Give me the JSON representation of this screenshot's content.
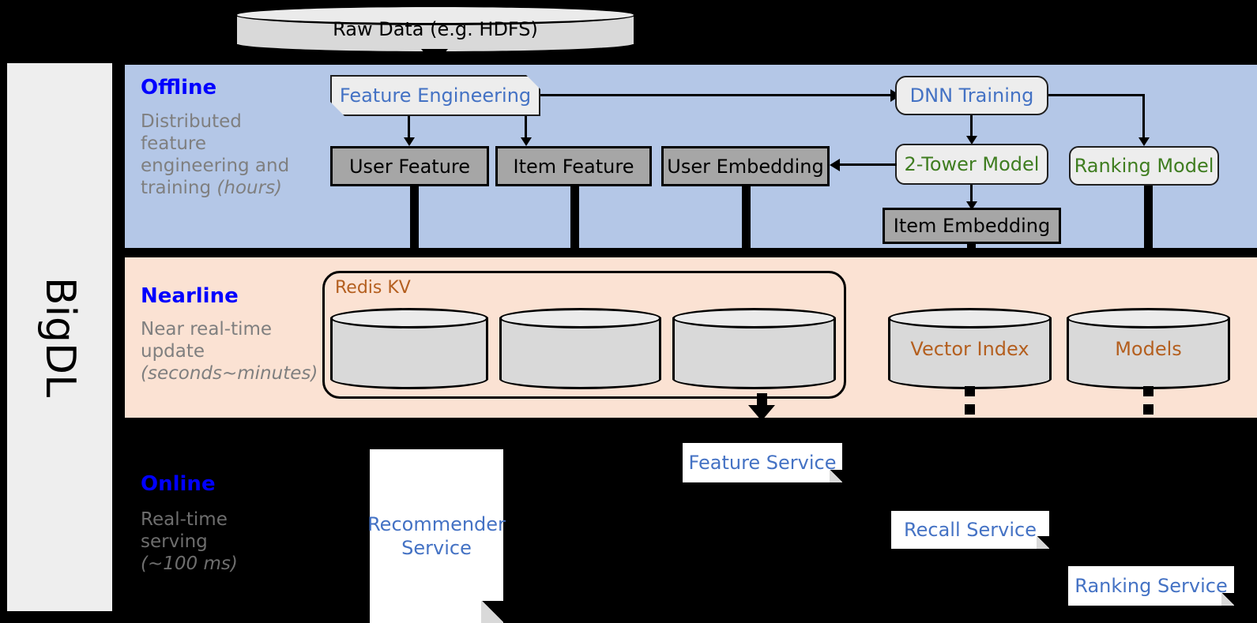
{
  "sidebar": {
    "label": "BigDL"
  },
  "top": {
    "raw_data": "Raw Data (e.g. HDFS)"
  },
  "bands": {
    "offline": {
      "title": "Offline",
      "desc_line1": "Distributed",
      "desc_line2": "feature",
      "desc_line3": "engineering and",
      "desc_line4": "training ",
      "desc_italic": "(hours)"
    },
    "nearline": {
      "title": "Nearline",
      "desc_line1": "Near real-time",
      "desc_line2": "update",
      "desc_italic": "(seconds~minutes)"
    },
    "online": {
      "title": "Online",
      "desc_line1": "Real-time",
      "desc_line2": "serving",
      "desc_italic": "(~100 ms)"
    }
  },
  "offline_nodes": {
    "feature_engineering": "Feature Engineering",
    "dnn_training": "DNN Training",
    "user_feature": "User Feature",
    "item_feature": "Item Feature",
    "user_embedding": "User Embedding",
    "two_tower_model": "2-Tower Model",
    "ranking_model": "Ranking Model",
    "item_embedding": "Item Embedding"
  },
  "nearline_nodes": {
    "redis_kv": "Redis KV",
    "store_1": "",
    "store_2": "",
    "store_3": "",
    "vector_index": "Vector Index",
    "models": "Models"
  },
  "online_nodes": {
    "recommender_service_l1": "Recommender",
    "recommender_service_l2": "Service",
    "feature_service": "Feature Service",
    "recall_service": "Recall Service",
    "ranking_service": "Ranking Service"
  },
  "colors": {
    "offline_band": "#b4c7e7",
    "nearline_band": "#fbe2d3",
    "online_band": "#000000",
    "band_title": "#0000ff",
    "desc_gray": "#7f7f7f",
    "blue_text": "#4472c4",
    "green_text": "#3f7d20",
    "brown_text": "#b45f1f",
    "gray_box": "#a6a6a6",
    "light_box": "#ededed",
    "sidebar": "#eeeeee"
  }
}
